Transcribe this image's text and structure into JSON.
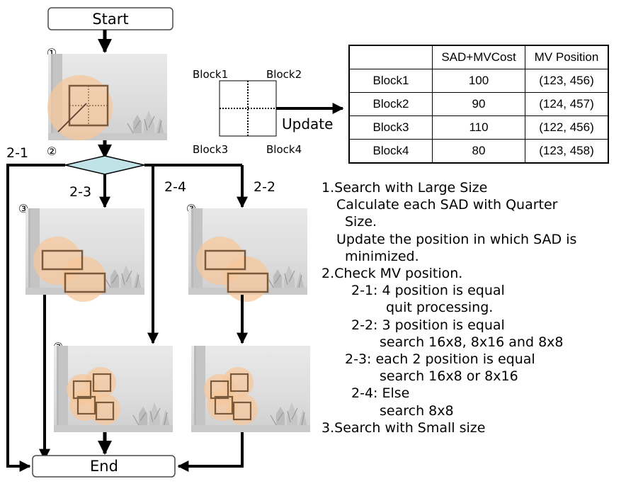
{
  "flowchart": {
    "start_label": "Start",
    "end_label": "End",
    "step_markers": [
      "①",
      "②",
      "③"
    ],
    "branch_labels": {
      "b21": "2-1",
      "b22": "2-2",
      "b23": "2-3",
      "b24": "2-4"
    },
    "block_labels": [
      "Block1",
      "Block2",
      "Block3",
      "Block4"
    ],
    "update_label": "Update"
  },
  "mv_table": {
    "headers": [
      "",
      "SAD+MVCost",
      "MV Position"
    ],
    "rows": [
      [
        "Block1",
        "100",
        "(123, 456)"
      ],
      [
        "Block2",
        "90",
        "(124, 457)"
      ],
      [
        "Block3",
        "110",
        "(122, 456)"
      ],
      [
        "Block4",
        "80",
        "(123, 458)"
      ]
    ]
  },
  "notes": {
    "lines": [
      "1.Search with Large Size",
      "Calculate each SAD with Quarter",
      "Size.",
      "Update the position in which SAD is",
      "minimized.",
      "2.Check MV position.",
      "2-1: 4 position is equal",
      "quit processing.",
      "2-2: 3 position is equal",
      "search 16x8, 8x16 and 8x8",
      "2-3: each 2 position is equal",
      "search 16x8 or 8x16",
      "2-4: Else",
      "search 8x8",
      "3.Search with Small size"
    ]
  },
  "colors": {
    "decision_fill": "#bfe3e6",
    "search_highlight": "#f6c69a",
    "photo_bg": "#d6d6d6",
    "line": "#000000"
  }
}
